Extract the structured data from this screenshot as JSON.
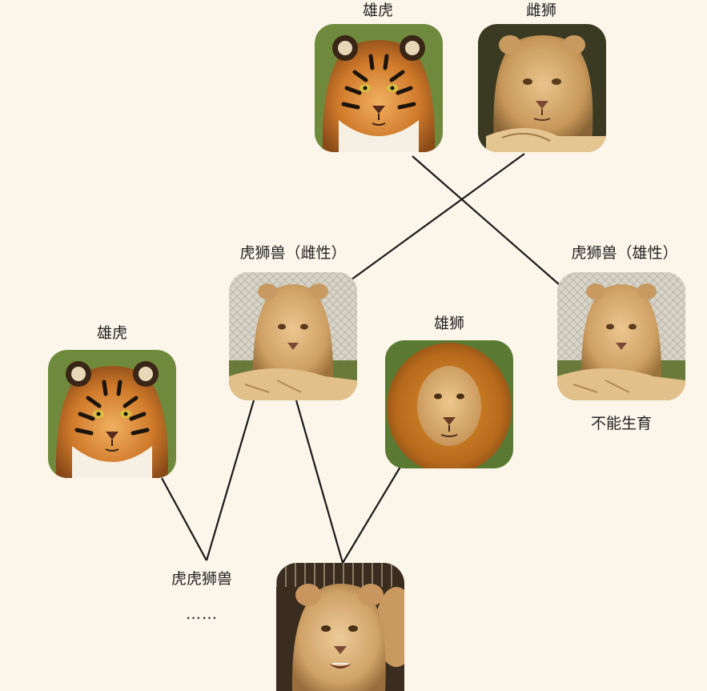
{
  "nodes": {
    "grandfather_tiger": {
      "label": "雄虎",
      "animal": "tiger"
    },
    "grandmother_lion": {
      "label": "雌狮",
      "animal": "lioness"
    },
    "liger_female": {
      "label": "虎狮兽（雌性）",
      "animal": "liger"
    },
    "liger_male": {
      "label": "虎狮兽（雄性）",
      "animal": "liger",
      "note": "不能生育"
    },
    "male_tiger_2": {
      "label": "雄虎",
      "animal": "tiger"
    },
    "male_lion": {
      "label": "雄狮",
      "animal": "lion"
    },
    "cub": {
      "animal": "cub"
    }
  },
  "offspring": {
    "tiger_side": {
      "label": "虎虎狮兽",
      "ellipsis": "……"
    }
  },
  "colors": {
    "background": "#fcf6ea",
    "line": "#1a1a1a"
  }
}
